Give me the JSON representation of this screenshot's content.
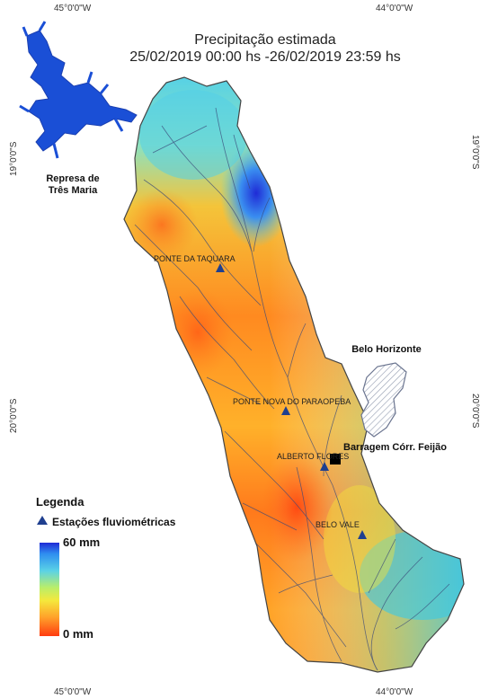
{
  "title": {
    "line1": "Precipitação estimada",
    "line2": "25/02/2019 00:00 hs -26/02/2019 23:59 hs"
  },
  "graticule": {
    "top_left_lon": "45°0'0\"W",
    "top_right_lon": "44°0'0\"W",
    "bottom_left_lon": "45°0'0\"W",
    "bottom_right_lon": "44°0'0\"W",
    "left_lat_1": "19°0'0\"S",
    "left_lat_2": "20°0'0\"S",
    "right_lat_1": "19°0'0\"S",
    "right_lat_2": "20°0'0\"S"
  },
  "places": {
    "reservoir_line1": "Represa de",
    "reservoir_line2": "Três Maria",
    "city": "Belo Horizonte",
    "dam": "Barragem Córr. Feijão"
  },
  "stations": [
    {
      "name": "PONTE DA TAQUARA"
    },
    {
      "name": "PONTE NOVA DO PARAOPEBA"
    },
    {
      "name": "ALBERTO FLORES"
    },
    {
      "name": "BELO VALE"
    }
  ],
  "legend": {
    "title": "Legenda",
    "stations_label": "Estações fluviométricas",
    "max_label": "60 mm",
    "min_label": "0 mm"
  },
  "colors": {
    "station_marker": "#1f3f8f",
    "dam_marker": "#000000",
    "reservoir": "#1a4fd6",
    "basin_outline": "#444444",
    "rivers": "#3a4a7a",
    "ramp_high": "#1f2bd6",
    "ramp_low": "#ff3c10"
  }
}
